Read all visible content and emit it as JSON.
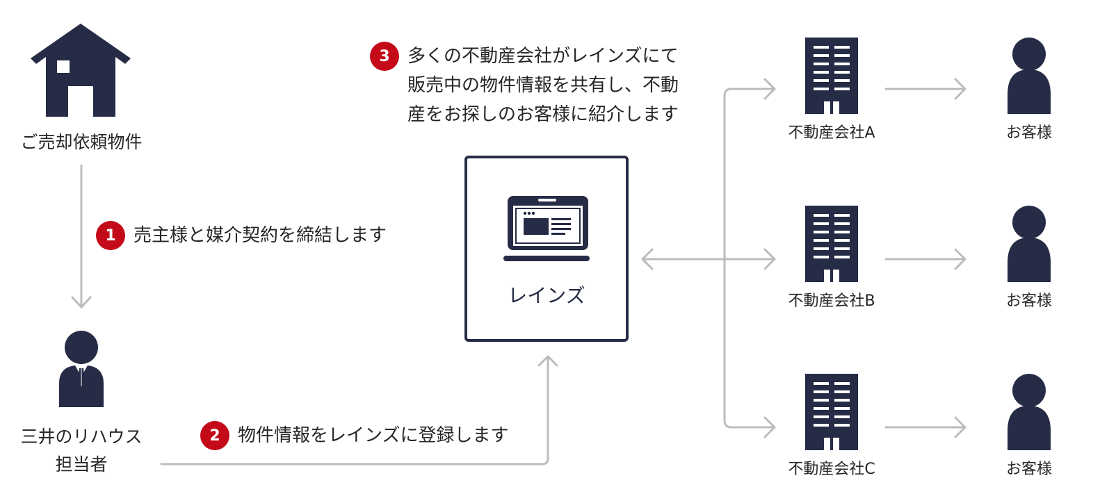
{
  "seller": {
    "label": "ご売却依頼物件"
  },
  "agent": {
    "label_line1": "三井のリハウス",
    "label_line2": "担当者"
  },
  "reins": {
    "label": "レインズ"
  },
  "steps": [
    {
      "num": "1",
      "text": "売主様と媒介契約を締結します"
    },
    {
      "num": "2",
      "text": "物件情報をレインズに登録します"
    },
    {
      "num": "3",
      "text_line1": "多くの不動産会社がレインズにて",
      "text_line2": "販売中の物件情報を共有し、不動",
      "text_line3": "産をお探しのお客様に紹介します"
    }
  ],
  "companies": [
    {
      "label": "不動産会社A"
    },
    {
      "label": "不動産会社B"
    },
    {
      "label": "不動産会社C"
    }
  ],
  "customers": [
    {
      "label": "お客様"
    },
    {
      "label": "お客様"
    },
    {
      "label": "お客様"
    }
  ],
  "colors": {
    "icon": "#262b46",
    "step_badge": "#c40a19",
    "arrow": "#bcbcbc"
  },
  "icons": [
    "house-icon",
    "businessman-icon",
    "laptop-icon",
    "building-icon",
    "person-icon"
  ]
}
